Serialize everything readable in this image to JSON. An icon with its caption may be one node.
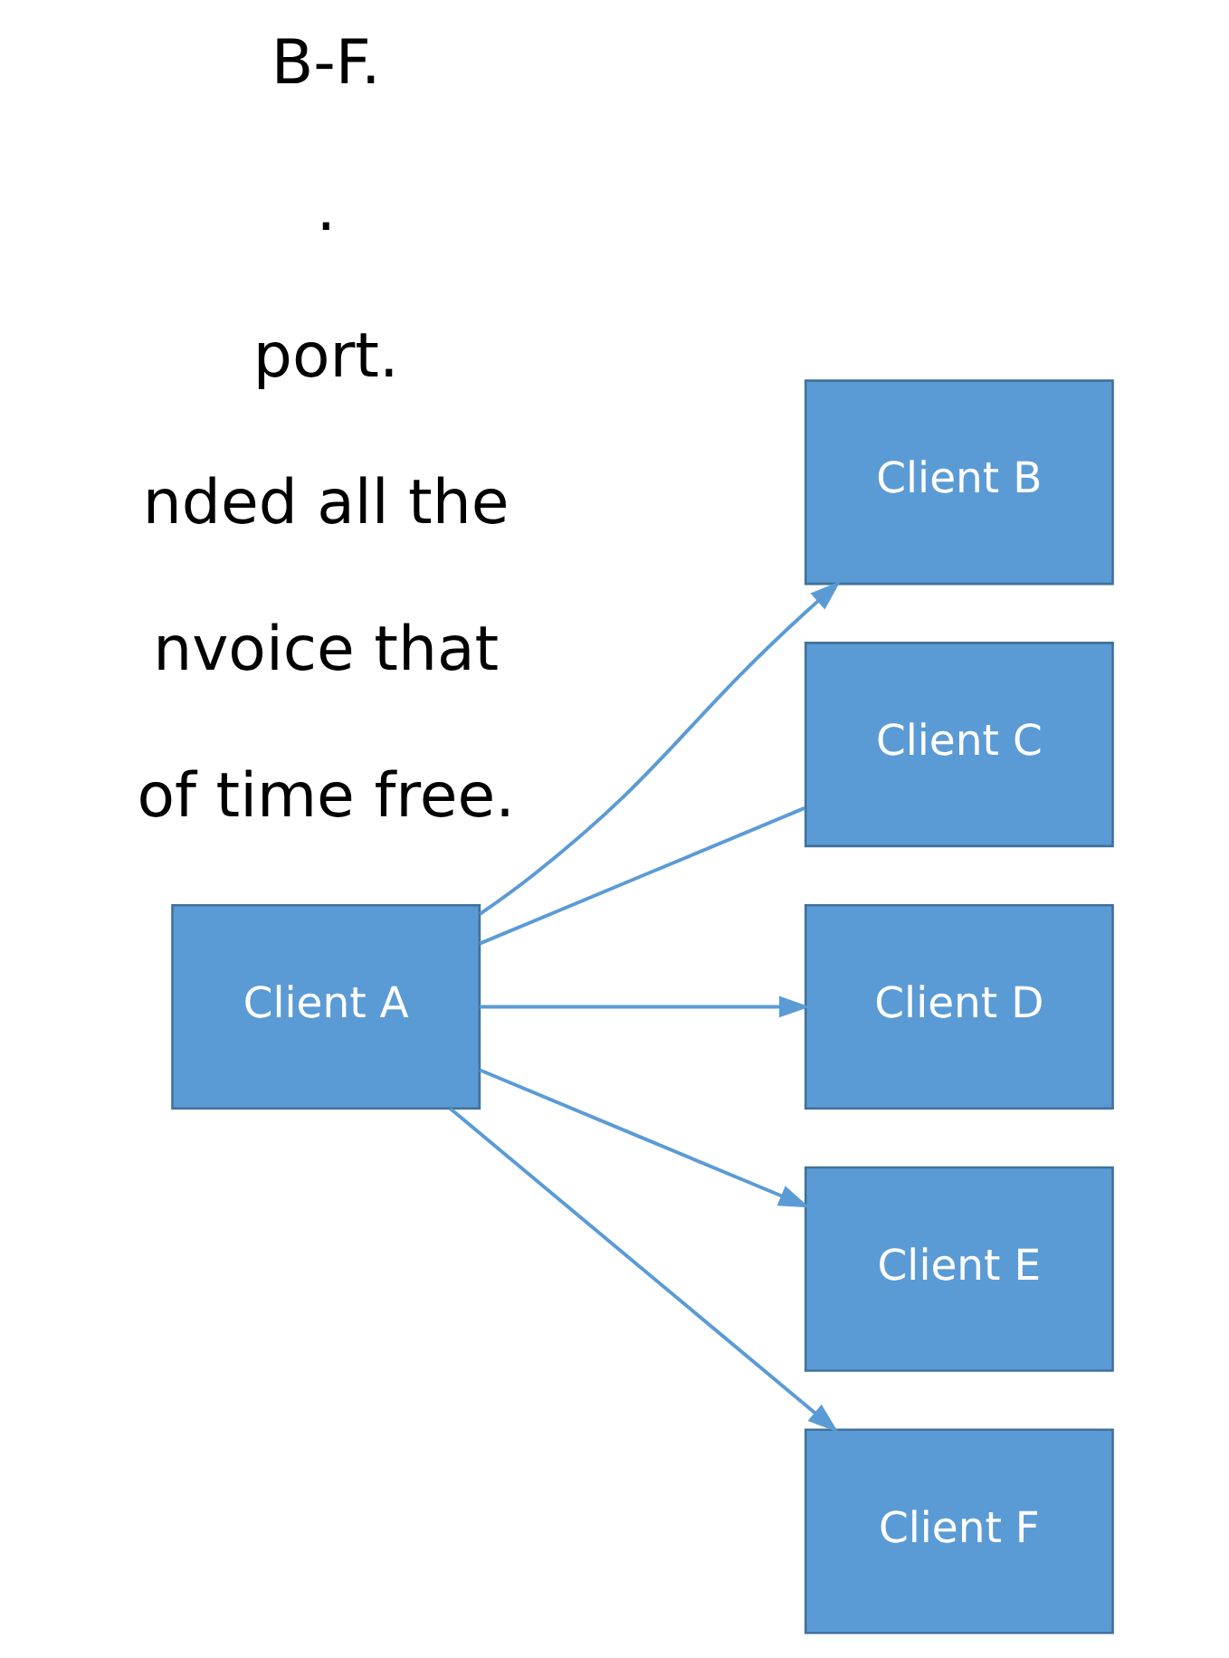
{
  "diagram": {
    "nodes": [
      {
        "text": [
          "Client A"
        ]
      },
      {
        "text": [
          "Client B"
        ]
      },
      {
        "text": [
          "Client C"
        ]
      },
      {
        "text": [
          "Client D"
        ]
      },
      {
        "text": [
          "Client E"
        ]
      },
      {
        "text": [
          "Client F"
        ]
      }
    ],
    "edges": [
      {
        "from": 0,
        "to": 1,
        "arrow": "to"
      },
      {
        "from": 0,
        "to": 2,
        "arrow": "none"
      },
      {
        "from": 0,
        "to": 3,
        "arrow": "to"
      },
      {
        "from": 0,
        "to": 4,
        "arrow": "to"
      },
      {
        "from": 0,
        "to": 5,
        "arrow": "to"
      }
    ],
    "labels": [
      "B-F.",
      ".",
      "port.",
      "nded all the",
      "nvoice that",
      "of time free."
    ]
  }
}
